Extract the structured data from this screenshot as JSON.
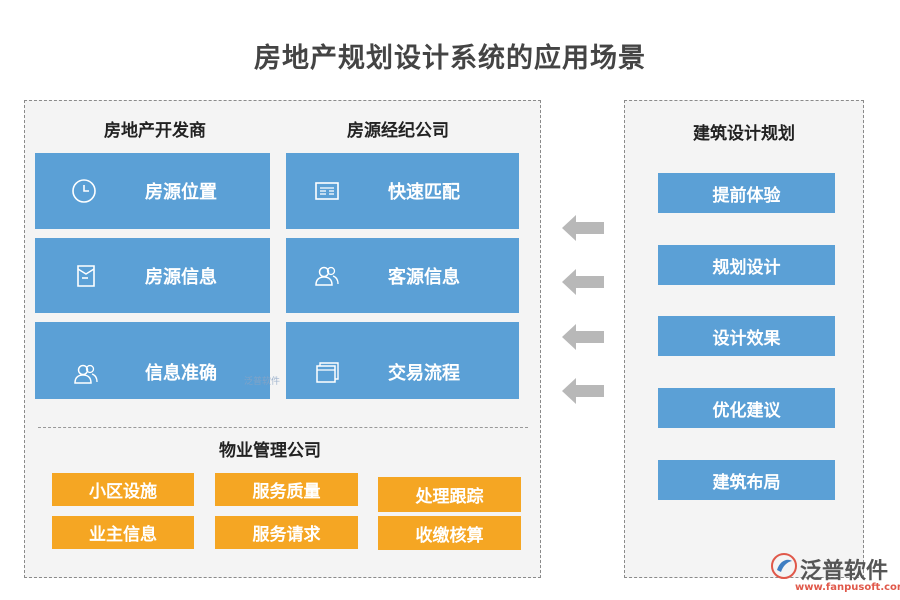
{
  "title": "房地产规划设计系统的应用场景",
  "left_panel": {
    "developer": {
      "heading": "房地产开发商",
      "items": [
        {
          "label": "房源位置",
          "icon": "clock-icon"
        },
        {
          "label": "房源信息",
          "icon": "document-icon"
        },
        {
          "label": "信息准确",
          "icon": "users-icon"
        }
      ]
    },
    "agency": {
      "heading": "房源经纪公司",
      "items": [
        {
          "label": "快速匹配",
          "icon": "id-card-icon"
        },
        {
          "label": "客源信息",
          "icon": "users-icon"
        },
        {
          "label": "交易流程",
          "icon": "windows-icon"
        }
      ]
    },
    "property": {
      "heading": "物业管理公司",
      "items": [
        "小区设施",
        "服务质量",
        "处理跟踪",
        "业主信息",
        "服务请求",
        "收缴核算"
      ]
    }
  },
  "right_panel": {
    "heading": "建筑设计规划",
    "items": [
      "提前体验",
      "规划设计",
      "设计效果",
      "优化建议",
      "建筑布局"
    ]
  },
  "logo": {
    "name": "泛普软件",
    "url": "www.fanpusoft.com"
  },
  "watermark": "泛普软件",
  "colors": {
    "blue": "#5ba0d6",
    "orange": "#f5a623",
    "panel": "#f4f4f4",
    "arrow": "#b8b8b8"
  }
}
